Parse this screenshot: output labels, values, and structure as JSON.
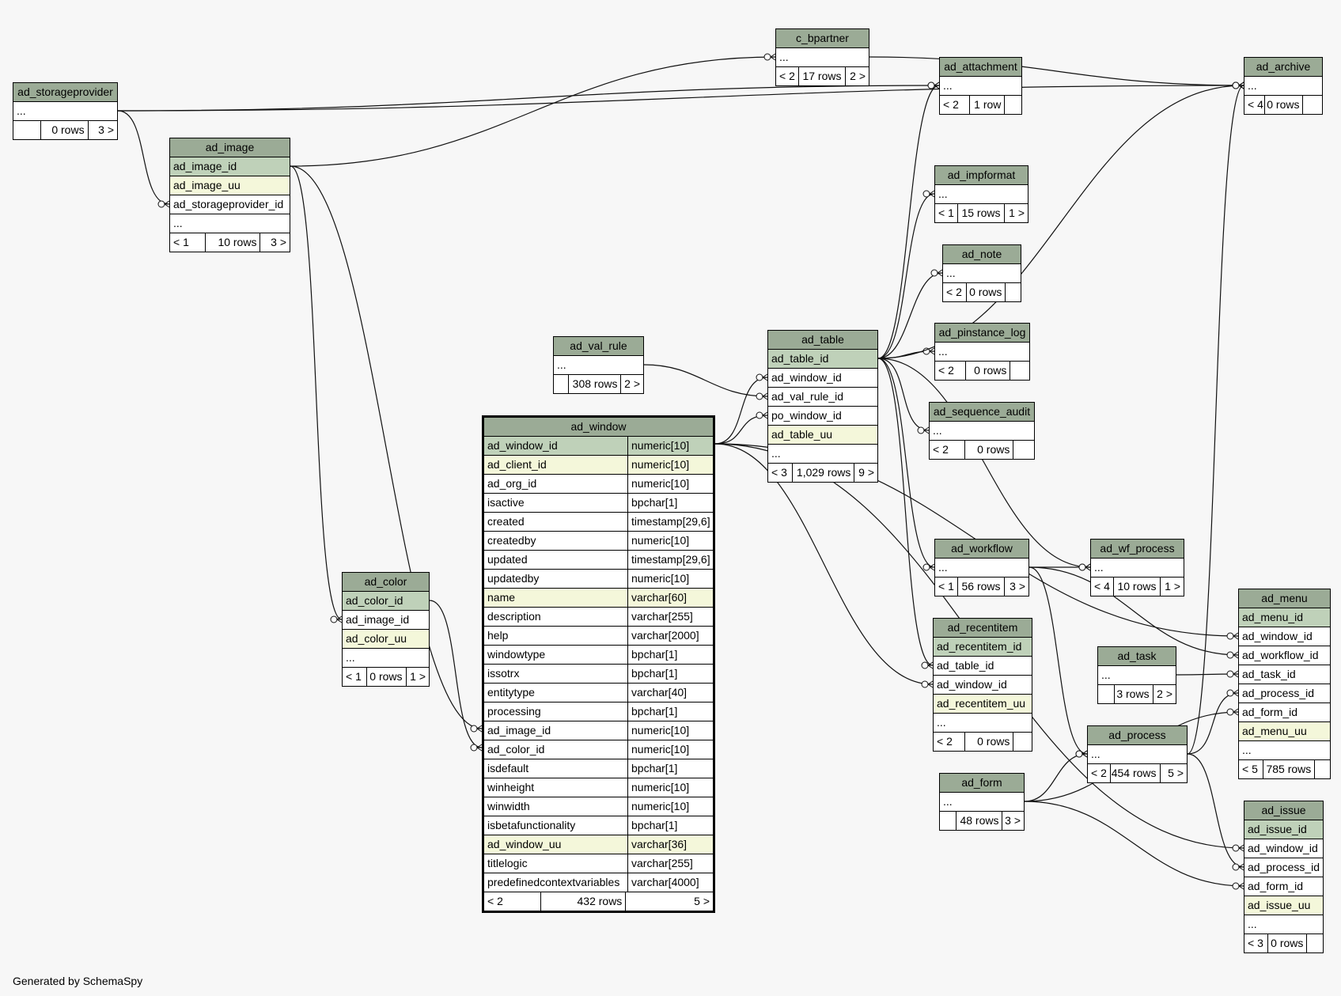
{
  "credit": "Generated by SchemaSpy",
  "tables": {
    "ad_storageprovider": {
      "name": "ad_storageprovider",
      "rows": [
        "..."
      ],
      "foot": [
        "",
        "0 rows",
        "3 >"
      ]
    },
    "ad_image": {
      "name": "ad_image",
      "rows": [
        "ad_image_id",
        "ad_image_uu",
        "ad_storageprovider_id",
        "..."
      ],
      "foot": [
        "< 1",
        "10 rows",
        "3 >"
      ]
    },
    "ad_color": {
      "name": "ad_color",
      "rows": [
        "ad_color_id",
        "ad_image_id",
        "ad_color_uu",
        "..."
      ],
      "foot": [
        "< 1",
        "0 rows",
        "1 >"
      ]
    },
    "c_bpartner": {
      "name": "c_bpartner",
      "rows": [
        "..."
      ],
      "foot": [
        "< 2",
        "17 rows",
        "2 >"
      ]
    },
    "ad_attachment": {
      "name": "ad_attachment",
      "rows": [
        "..."
      ],
      "foot": [
        "< 2",
        "1 row",
        ""
      ]
    },
    "ad_impformat": {
      "name": "ad_impformat",
      "rows": [
        "..."
      ],
      "foot": [
        "< 1",
        "15 rows",
        "1 >"
      ]
    },
    "ad_note": {
      "name": "ad_note",
      "rows": [
        "..."
      ],
      "foot": [
        "< 2",
        "0 rows",
        ""
      ]
    },
    "ad_pinstance_log": {
      "name": "ad_pinstance_log",
      "rows": [
        "..."
      ],
      "foot": [
        "< 2",
        "0 rows",
        ""
      ]
    },
    "ad_sequence_audit": {
      "name": "ad_sequence_audit",
      "rows": [
        "..."
      ],
      "foot": [
        "< 2",
        "0 rows",
        ""
      ]
    },
    "ad_val_rule": {
      "name": "ad_val_rule",
      "rows": [
        "..."
      ],
      "foot": [
        "",
        "308 rows",
        "2 >"
      ]
    },
    "ad_table": {
      "name": "ad_table",
      "rows": [
        "ad_table_id",
        "ad_window_id",
        "ad_val_rule_id",
        "po_window_id",
        "ad_table_uu",
        "..."
      ],
      "foot": [
        "< 3",
        "1,029 rows",
        "9 >"
      ]
    },
    "ad_archive": {
      "name": "ad_archive",
      "rows": [
        "..."
      ],
      "foot": [
        "< 4",
        "0 rows",
        ""
      ]
    },
    "ad_workflow": {
      "name": "ad_workflow",
      "rows": [
        "..."
      ],
      "foot": [
        "< 1",
        "56 rows",
        "3 >"
      ]
    },
    "ad_wf_process": {
      "name": "ad_wf_process",
      "rows": [
        "..."
      ],
      "foot": [
        "< 4",
        "10 rows",
        "1 >"
      ]
    },
    "ad_recentitem": {
      "name": "ad_recentitem",
      "rows": [
        "ad_recentitem_id",
        "ad_table_id",
        "ad_window_id",
        "ad_recentitem_uu",
        "..."
      ],
      "foot": [
        "< 2",
        "0 rows",
        ""
      ]
    },
    "ad_task": {
      "name": "ad_task",
      "rows": [
        "..."
      ],
      "foot": [
        "",
        "3 rows",
        "2 >"
      ]
    },
    "ad_process": {
      "name": "ad_process",
      "rows": [
        "..."
      ],
      "foot": [
        "< 2",
        "454 rows",
        "5 >"
      ]
    },
    "ad_form": {
      "name": "ad_form",
      "rows": [
        "..."
      ],
      "foot": [
        "",
        "48 rows",
        "3 >"
      ]
    },
    "ad_menu": {
      "name": "ad_menu",
      "rows": [
        "ad_menu_id",
        "ad_window_id",
        "ad_workflow_id",
        "ad_task_id",
        "ad_process_id",
        "ad_form_id",
        "ad_menu_uu",
        "..."
      ],
      "foot": [
        "< 5",
        "785 rows",
        ""
      ]
    },
    "ad_issue": {
      "name": "ad_issue",
      "rows": [
        "ad_issue_id",
        "ad_window_id",
        "ad_process_id",
        "ad_form_id",
        "ad_issue_uu",
        "..."
      ],
      "foot": [
        "< 3",
        "0 rows",
        ""
      ]
    },
    "ad_window": {
      "name": "ad_window",
      "columns": [
        [
          "ad_window_id",
          "numeric[10]"
        ],
        [
          "ad_client_id",
          "numeric[10]"
        ],
        [
          "ad_org_id",
          "numeric[10]"
        ],
        [
          "isactive",
          "bpchar[1]"
        ],
        [
          "created",
          "timestamp[29,6]"
        ],
        [
          "createdby",
          "numeric[10]"
        ],
        [
          "updated",
          "timestamp[29,6]"
        ],
        [
          "updatedby",
          "numeric[10]"
        ],
        [
          "name",
          "varchar[60]"
        ],
        [
          "description",
          "varchar[255]"
        ],
        [
          "help",
          "varchar[2000]"
        ],
        [
          "windowtype",
          "bpchar[1]"
        ],
        [
          "issotrx",
          "bpchar[1]"
        ],
        [
          "entitytype",
          "varchar[40]"
        ],
        [
          "processing",
          "bpchar[1]"
        ],
        [
          "ad_image_id",
          "numeric[10]"
        ],
        [
          "ad_color_id",
          "numeric[10]"
        ],
        [
          "isdefault",
          "bpchar[1]"
        ],
        [
          "winheight",
          "numeric[10]"
        ],
        [
          "winwidth",
          "numeric[10]"
        ],
        [
          "isbetafunctionality",
          "bpchar[1]"
        ],
        [
          "ad_window_uu",
          "varchar[36]"
        ],
        [
          "titlelogic",
          "varchar[255]"
        ],
        [
          "predefinedcontextvariables",
          "varchar[4000]"
        ]
      ],
      "foot": [
        "< 2",
        "432 rows",
        "5 >"
      ]
    }
  },
  "colors": {
    "header": "#9bab96",
    "primary_key": "#bfd1b9",
    "unique": "#f4f7da",
    "background": "#f7f7f7"
  }
}
